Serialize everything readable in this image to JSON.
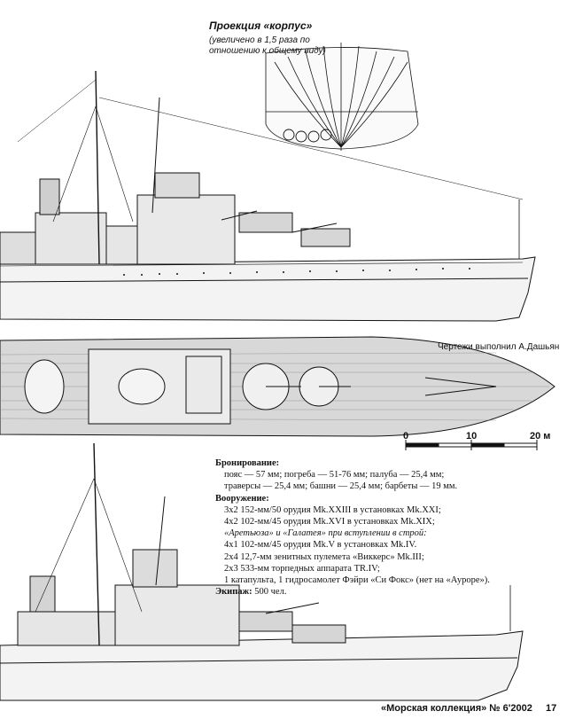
{
  "projection": {
    "title": "Проекция «корпус»",
    "note": "(увеличено в 1,5 раза по отношению к общему виду)"
  },
  "credit": "Чертежи выполнил А.Дашьян",
  "scale": {
    "labels": [
      "0",
      "10",
      "20 м"
    ]
  },
  "specs": {
    "armor_heading": "Бронирование:",
    "armor_lines": [
      "пояс — 57 мм; погреба — 51-76 мм; палуба — 25,4 мм;",
      "траверсы — 25,4 мм; башни — 25,4 мм; барбеты — 19 мм."
    ],
    "weapons_heading": "Вооружение:",
    "weapons_lines": [
      "3х2 152-мм/50 орудия Mk.XXIII в установках Mk.XXI;",
      "4х2 102-мм/45 орудия Mk.XVI в установках Mk.XIX;"
    ],
    "weapons_note": "«Аретьюза» и «Галатея» при вступлении в строй:",
    "weapons_lines_2": [
      "4х1 102-мм/45 орудия Mk.V в установках Mk.IV.",
      "2х4 12,7-мм зенитных пулемета «Виккерс» Mk.III;",
      "2х3 533-мм торпедных аппарата TR.IV;",
      "1 катапульта, 1 гидросамолет Фэйри «Си Фокс» (нет на «Ауроре»)."
    ],
    "crew_heading": "Экипаж:",
    "crew_value": "500 чел."
  },
  "footer": {
    "magazine": "«Морская коллекция» № 6'2002",
    "page": "17"
  }
}
